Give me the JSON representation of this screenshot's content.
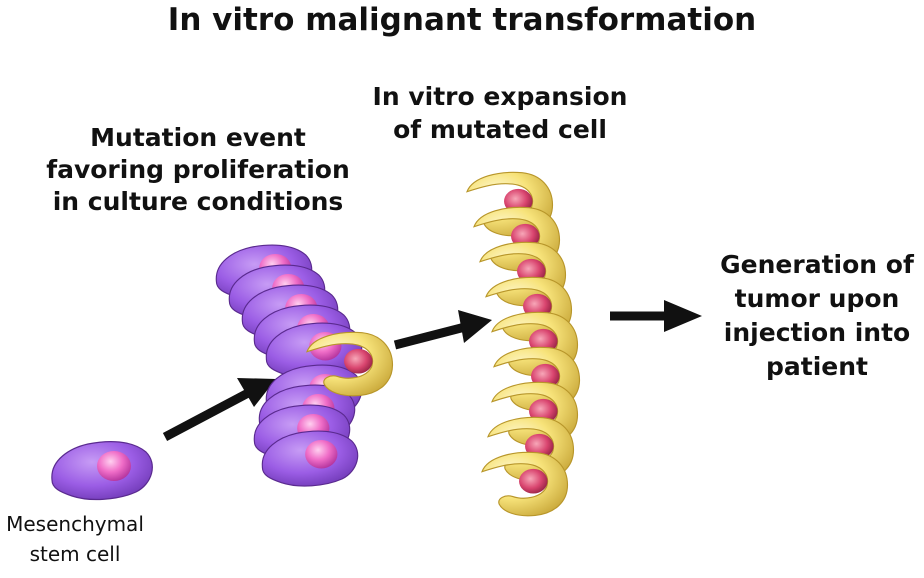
{
  "title": "In vitro malignant transformation",
  "labels": {
    "mutation_event": [
      "Mutation event",
      "favoring proliferation",
      "in culture conditions"
    ],
    "expansion": [
      "In vitro expansion",
      "of mutated cell"
    ],
    "generation": [
      "Generation of",
      "tumor upon",
      "injection into",
      "patient"
    ],
    "msc": [
      "Mesenchymal",
      "stem cell"
    ]
  },
  "colors": {
    "stem_cell": "#9b5de5",
    "stem_cell_dark": "#5a2a8f",
    "nucleus_pink": "#f06ec8",
    "mutated_cell": "#f7e37a",
    "mutated_cell_dark": "#b8962a",
    "mutated_nucleus": "#d9456f",
    "arrow": "#111111"
  }
}
